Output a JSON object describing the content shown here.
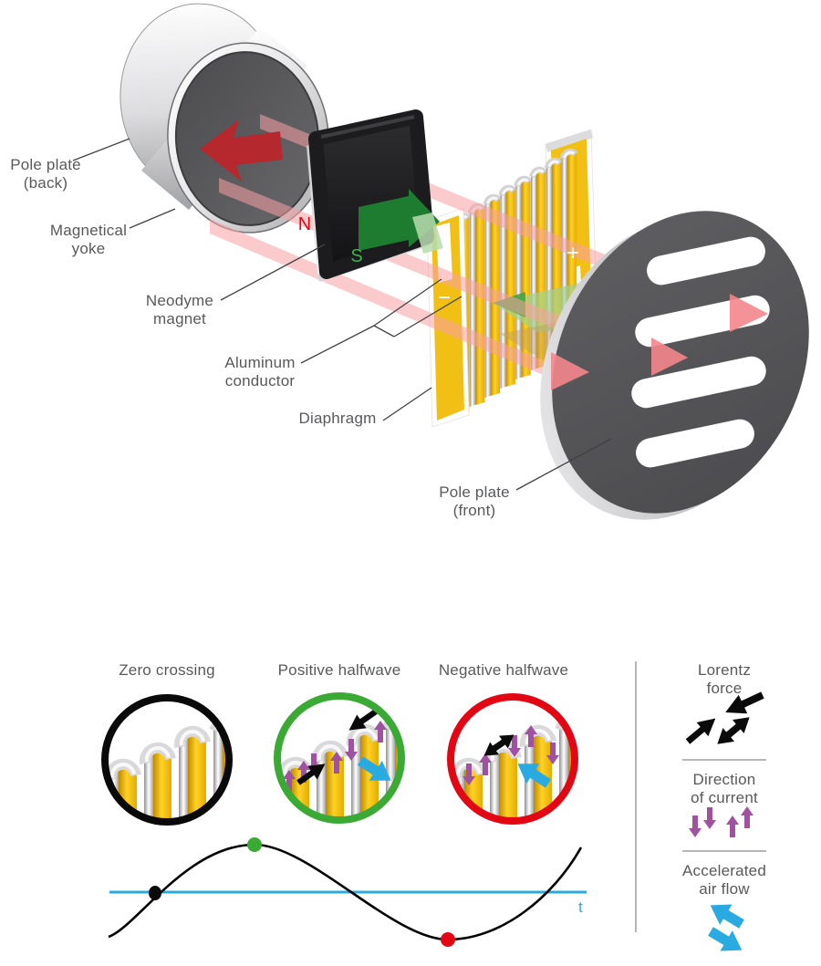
{
  "top_diagram": {
    "labels": {
      "pole_plate_back": [
        "Pole plate",
        "(back)"
      ],
      "magnetical_yoke": [
        "Magnetical",
        "yoke"
      ],
      "neodyme_magnet": [
        "Neodyme",
        "magnet"
      ],
      "aluminum_conductor": [
        "Aluminum",
        "conductor"
      ],
      "diaphragm": [
        "Diaphragm"
      ],
      "pole_plate_front": [
        "Pole plate",
        "(front)"
      ]
    },
    "magnet": {
      "north_pole": "N",
      "south_pole": "S"
    },
    "diaphragm_terminals": {
      "positive": "+",
      "negative": "−"
    }
  },
  "phase_panels": {
    "zero_crossing": {
      "label": "Zero crossing",
      "ring_color": "#0a0a0a"
    },
    "positive_halfwave": {
      "label": "Positive halfwave",
      "ring_color": "#3aaa35"
    },
    "negative_halfwave": {
      "label": "Negative halfwave",
      "ring_color": "#e30613"
    }
  },
  "waveform": {
    "axis_label": "t",
    "axis_color": "#29abe2",
    "curve_color": "#000000",
    "markers": [
      {
        "phase": "Zero crossing",
        "color": "#0a0a0a"
      },
      {
        "phase": "Positive halfwave",
        "color": "#3aaa35"
      },
      {
        "phase": "Negative halfwave",
        "color": "#e30613"
      }
    ]
  },
  "legend": {
    "lorentz_force": {
      "label": [
        "Lorentz",
        "force"
      ],
      "arrow_color": "#0a0a0a"
    },
    "direction_of_current": {
      "label": [
        "Direction",
        "of current"
      ],
      "arrow_color": "#a0519f"
    },
    "accelerated_air_flow": {
      "label": [
        "Accelerated",
        "air flow"
      ],
      "arrow_color": "#29abe2"
    }
  },
  "palette": {
    "label_text": "#58595b",
    "diaphragm_yellow": "#f2c014",
    "magnetic_field_pink": "#f8a0a4",
    "flux_arrow_dark_red": "#b4282e",
    "field_green_dark": "#1e7c31",
    "field_green_light": "#b7dcae",
    "metal_gray": "#a7a8ab"
  }
}
